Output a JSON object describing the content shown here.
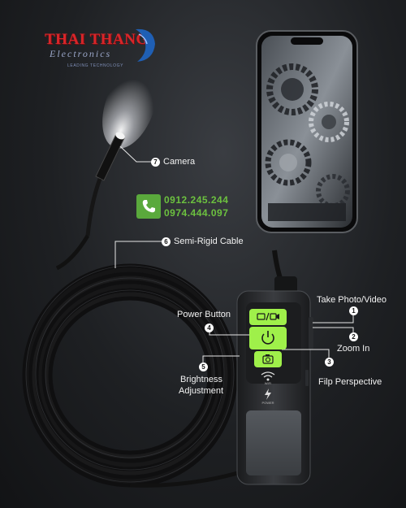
{
  "logo": {
    "title": "THAI THANG",
    "subtitle": "Electronics",
    "tagline": "LEADING TECHNOLOGY"
  },
  "contact": {
    "phones": [
      "0912.245.244",
      "0974.444.097"
    ]
  },
  "callouts": {
    "camera": {
      "number": "7",
      "label": "Camera"
    },
    "cable": {
      "number": "6",
      "label": "Semi-Rigid Cable"
    },
    "take_photo": {
      "number": "1",
      "label": "Take Photo/Video"
    },
    "zoom": {
      "number": "2",
      "label": "Zoom In"
    },
    "flip": {
      "number": "3",
      "label": "Filp Perspective"
    },
    "power": {
      "number": "4",
      "label": "Power Button"
    },
    "brightness": {
      "number": "5",
      "label": "Brightness",
      "label2": "Adjustment"
    }
  },
  "device": {
    "wifi_label": "WIFI",
    "power_label": "POWER"
  },
  "colors": {
    "background": "#1e2023",
    "logo_red": "#d8262a",
    "logo_blue": "#1f5fb4",
    "contact_green": "#6cc13f",
    "button_green": "#9ff04a"
  }
}
